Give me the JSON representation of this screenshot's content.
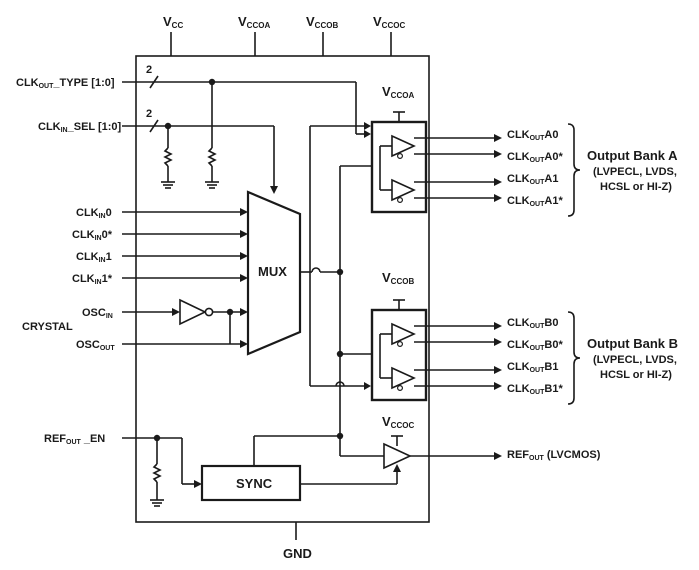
{
  "supplies": {
    "vcc": {
      "main": "V",
      "sub": "CC"
    },
    "vccoa": {
      "main": "V",
      "sub": "CCOA"
    },
    "vccob": {
      "main": "V",
      "sub": "CCOB"
    },
    "vccoc": {
      "main": "V",
      "sub": "CCOC"
    }
  },
  "inputs": {
    "clk_out_type": {
      "pre": "CLK",
      "sub": "OUT",
      "post": "_TYPE [1:0]"
    },
    "clk_in_sel": {
      "pre": "CLK",
      "sub": "IN",
      "post": "_SEL [1:0]"
    },
    "bus_width_1": "2",
    "bus_width_2": "2",
    "clkin0": {
      "pre": "CLK",
      "sub": "IN",
      "post": "0"
    },
    "clkin0n": {
      "pre": "CLK",
      "sub": "IN",
      "post": "0*"
    },
    "clkin1": {
      "pre": "CLK",
      "sub": "IN",
      "post": "1"
    },
    "clkin1n": {
      "pre": "CLK",
      "sub": "IN",
      "post": "1*"
    },
    "osc_in": {
      "pre": "OSC",
      "sub": "IN",
      "post": ""
    },
    "osc_out": {
      "pre": "OSC",
      "sub": "OUT",
      "post": ""
    },
    "crystal": "CRYSTAL",
    "ref_out_en": {
      "pre": "REF",
      "sub": "OUT",
      "post": " _EN"
    }
  },
  "blocks": {
    "mux": "MUX",
    "sync": "SYNC"
  },
  "outputs": {
    "a0": {
      "pre": "CLK",
      "sub": "OUT",
      "post": "A0"
    },
    "a0n": {
      "pre": "CLK",
      "sub": "OUT",
      "post": "A0*"
    },
    "a1": {
      "pre": "CLK",
      "sub": "OUT",
      "post": "A1"
    },
    "a1n": {
      "pre": "CLK",
      "sub": "OUT",
      "post": "A1*"
    },
    "b0": {
      "pre": "CLK",
      "sub": "OUT",
      "post": "B0"
    },
    "b0n": {
      "pre": "CLK",
      "sub": "OUT",
      "post": "B0*"
    },
    "b1": {
      "pre": "CLK",
      "sub": "OUT",
      "post": "B1"
    },
    "b1n": {
      "pre": "CLK",
      "sub": "OUT",
      "post": "B1*"
    },
    "ref_out": {
      "pre": "REF",
      "sub": "OUT",
      "post": " (LVCMOS)"
    }
  },
  "banks": {
    "a_title": "Output Bank A",
    "a_line1": "(LVPECL, LVDS,",
    "a_line2": "HCSL or HI-Z)",
    "b_title": "Output Bank B",
    "b_line1": "(LVPECL, LVDS,",
    "b_line2": "HCSL or HI-Z)"
  },
  "ground": "GND"
}
